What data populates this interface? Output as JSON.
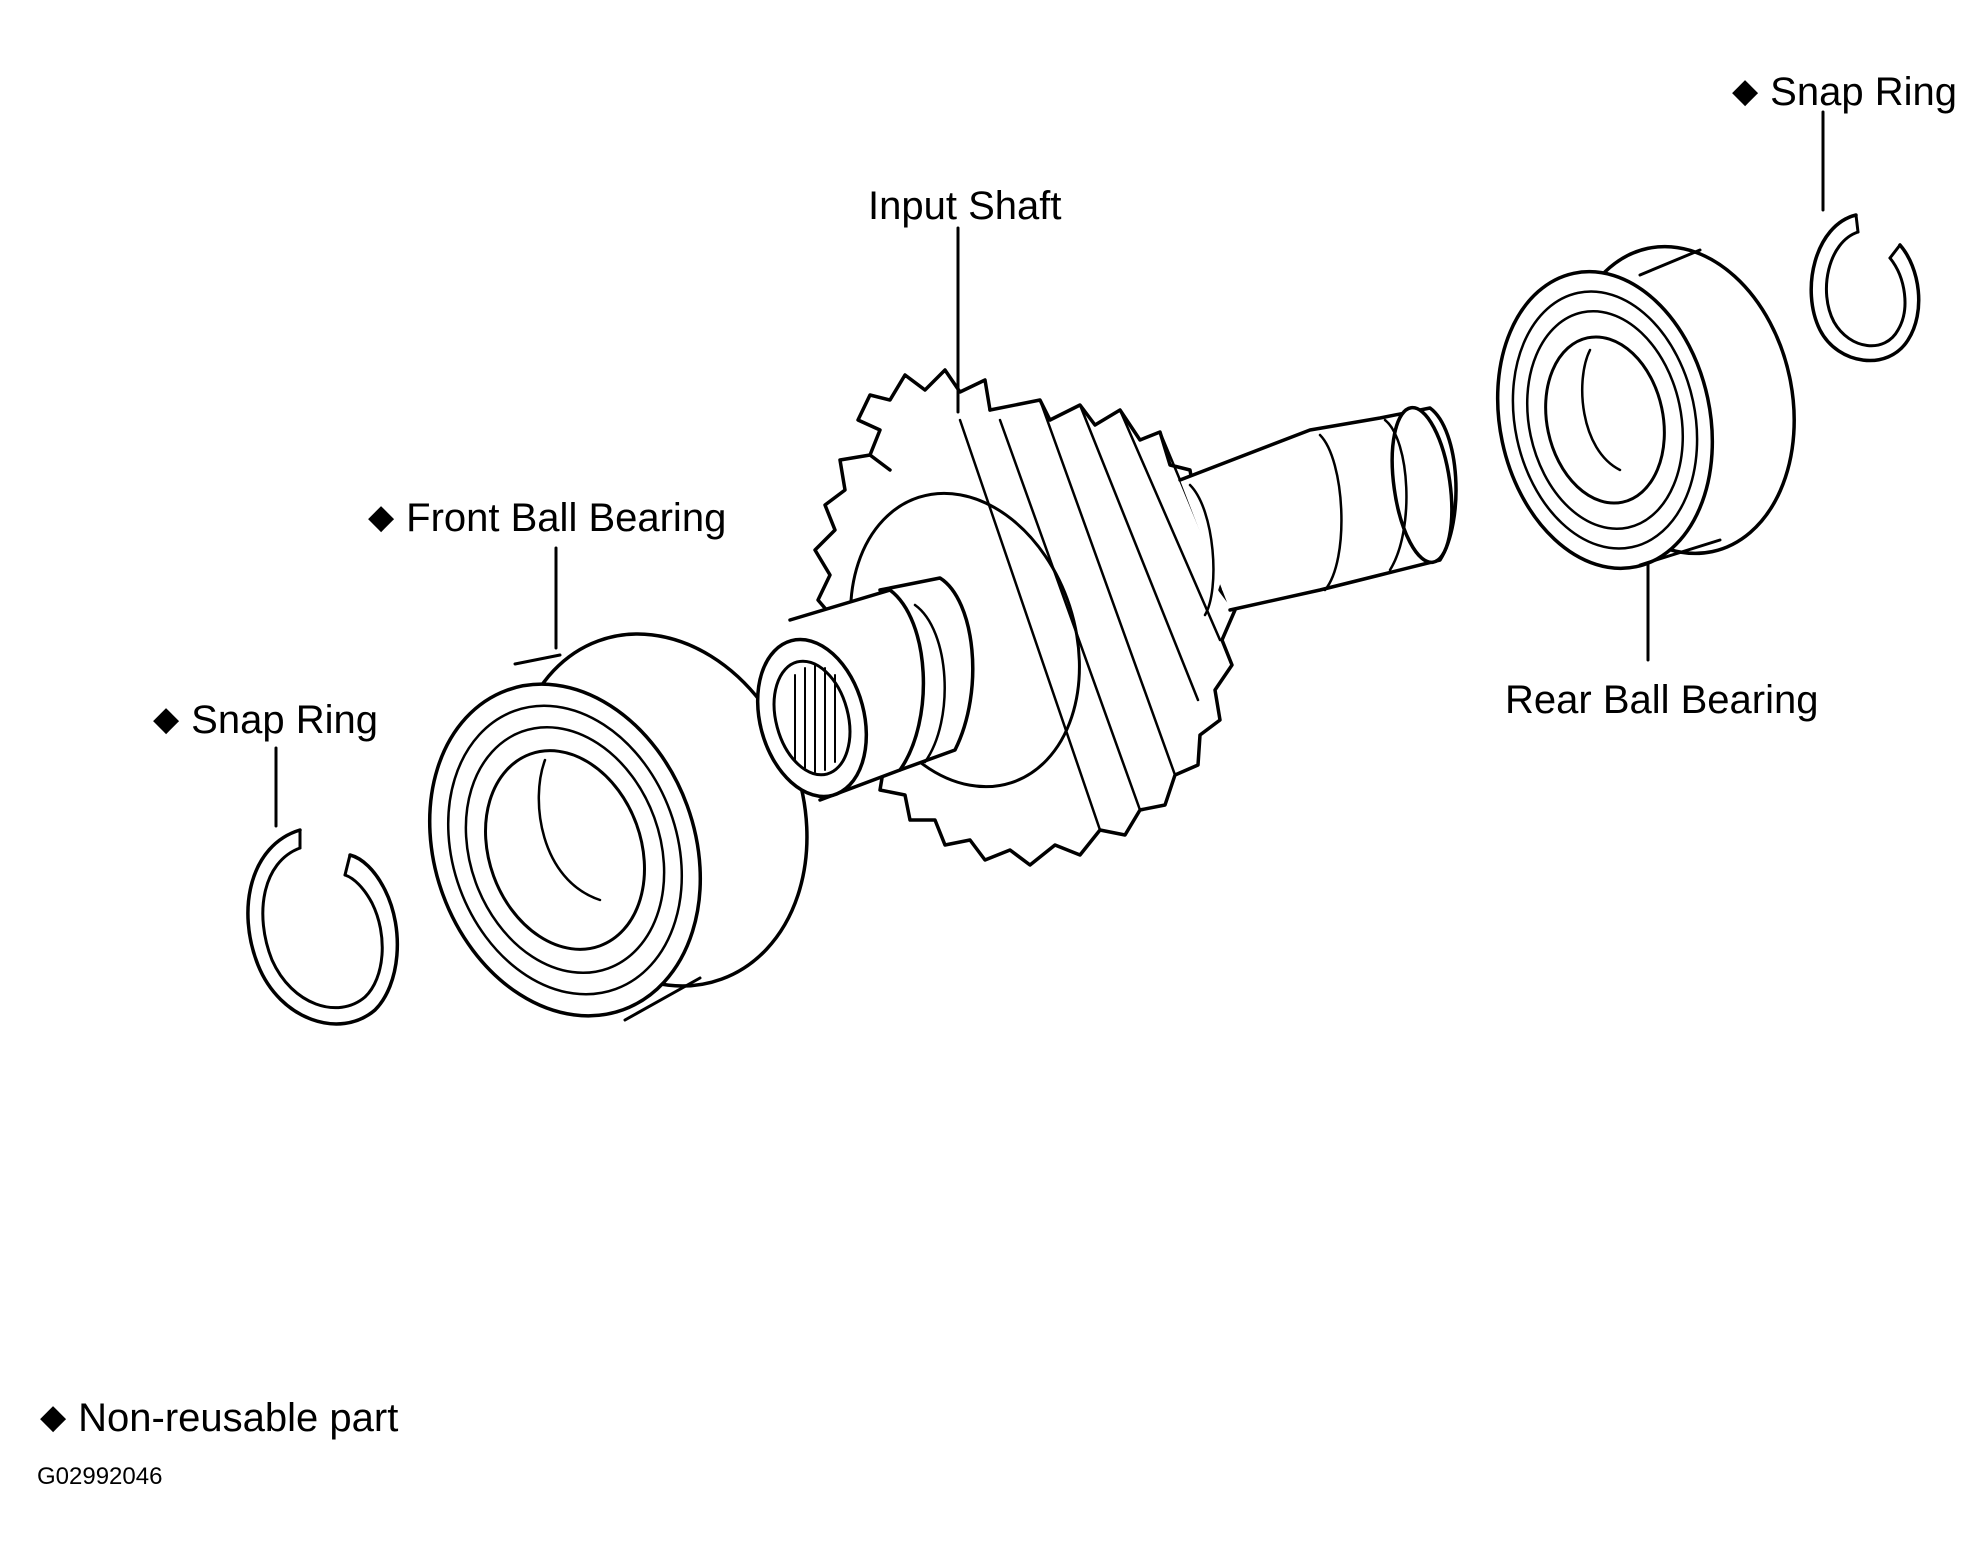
{
  "labels": {
    "snap_ring_right": "Snap Ring",
    "input_shaft": "Input Shaft",
    "front_ball_bearing": "Front Ball Bearing",
    "snap_ring_left": "Snap Ring",
    "rear_ball_bearing": "Rear Ball Bearing"
  },
  "legend": {
    "marker": "◆",
    "text": "Non-reusable part"
  },
  "figure_code": "G02992046"
}
